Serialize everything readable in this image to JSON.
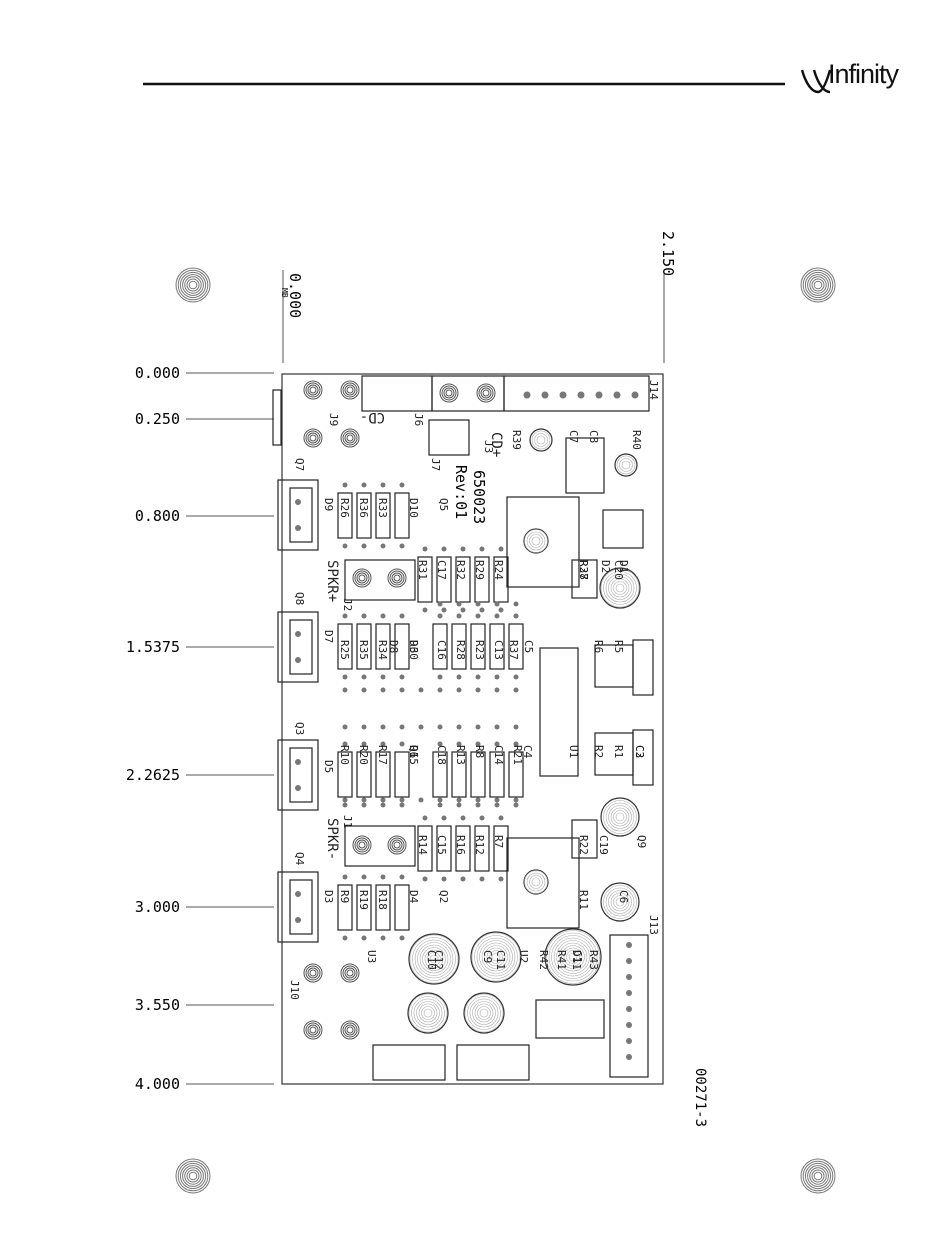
{
  "header": {
    "brand_name": "Infinity"
  },
  "board": {
    "x_dims": [
      "0.000",
      "2.150"
    ],
    "y_dims": [
      "0.000",
      "0.250",
      "0.800",
      "1.5375",
      "2.2625",
      "3.000",
      "3.550",
      "4.000"
    ],
    "part_number": "650023",
    "revision": "Rev:01",
    "figure_id": "00271-3",
    "small_mark": "MB",
    "signals": [
      "CD-",
      "CD+",
      "SPKR+",
      "SPKR-"
    ],
    "jacks": [
      "J1",
      "J2",
      "J3",
      "J6",
      "J7",
      "J9",
      "J10",
      "J13",
      "J14"
    ],
    "left_transistors": [
      "Q7",
      "Q8",
      "Q3",
      "Q4"
    ],
    "left_diodes": [
      "D9",
      "D7",
      "D5",
      "D3"
    ],
    "labels": {
      "row1": [
        "R26",
        "R36",
        "R33",
        "D10",
        "Q5"
      ],
      "row2": [
        "R31",
        "C17",
        "R32",
        "R29",
        "R24",
        "R27",
        "D2",
        "D1",
        "R38",
        "C20"
      ],
      "row3": [
        "R25",
        "R35",
        "R34",
        "R30",
        "D8",
        "C16",
        "R28",
        "R23",
        "C13",
        "R37",
        "C5",
        "R6",
        "R5",
        "D6"
      ],
      "row4": [
        "R10",
        "R20",
        "R17",
        "R15",
        "C18",
        "R13",
        "R8",
        "C14",
        "R21",
        "C4",
        "R2",
        "R1",
        "C3",
        "C2",
        "U1",
        "Q1",
        "Q6"
      ],
      "row5": [
        "R14",
        "C15",
        "R16",
        "R12",
        "R7",
        "R22",
        "C19",
        "Q9"
      ],
      "row6": [
        "R9",
        "R19",
        "R18",
        "D4",
        "Q2",
        "R11",
        "C6"
      ],
      "bottom": [
        "C12",
        "C11",
        "C1",
        "C10",
        "C9",
        "R42",
        "R41",
        "R43",
        "D11",
        "U2",
        "U3"
      ],
      "top": [
        "R39",
        "C7",
        "C8",
        "R40"
      ]
    }
  }
}
